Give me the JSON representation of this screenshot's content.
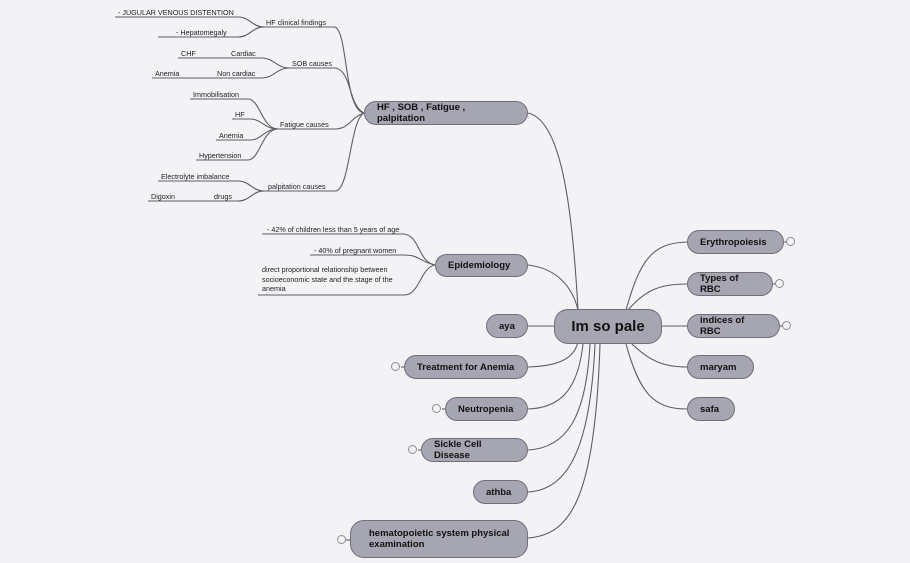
{
  "central": "Im so pale",
  "left": {
    "hf": "HF , SOB , Fatigue , palpitation",
    "epidemiology": "Epidemiology",
    "aya": "aya",
    "treatment": "Treatment for Anemia",
    "neutropenia": "Neutropenia",
    "sickle": "Sickle Cell Disease",
    "athba": "athba",
    "hematopoietic": "hematopoietic system physical examination"
  },
  "right": {
    "erythropoiesis": "Erythropoiesis",
    "types_rbc": "Types of RBC",
    "indices_rbc": "indices of RBC",
    "maryam": "maryam",
    "safa": "safa"
  },
  "hf_branch": {
    "clinical_findings": "HF  clinical findings",
    "jugular": "- JUGULAR VENOUS DISTENTION",
    "hepatomegaly": "- Hepatomegaly",
    "sob_causes": "SOB causes",
    "cardiac": "Cardiac",
    "chf": "CHF",
    "non_cardiac": "Non cardiac",
    "anemia_sob": "Anemia",
    "fatigue_causes": "Fatigue  causes",
    "immobilisation": "Immobilisation",
    "hf": "HF",
    "anemia_fatigue": "Anemia",
    "hypertension": "Hypertension",
    "palpitation_causes": "palpitation  causes",
    "electrolyte": "Electrolyte imbalance",
    "drugs": "drugs",
    "digoxin": "Digoxin"
  },
  "epi_branch": {
    "children": "- 42% of children less than 5 years of age",
    "pregnant": "- 40% of pregnant women",
    "socio": "direct proportional relationship   between socioeconomic state and the stage of the anemia"
  },
  "colors": {
    "node_fill": "#a6a5b2",
    "node_border": "#6f6e79",
    "line": "#5f5e68",
    "background": "#f3f3f5"
  }
}
